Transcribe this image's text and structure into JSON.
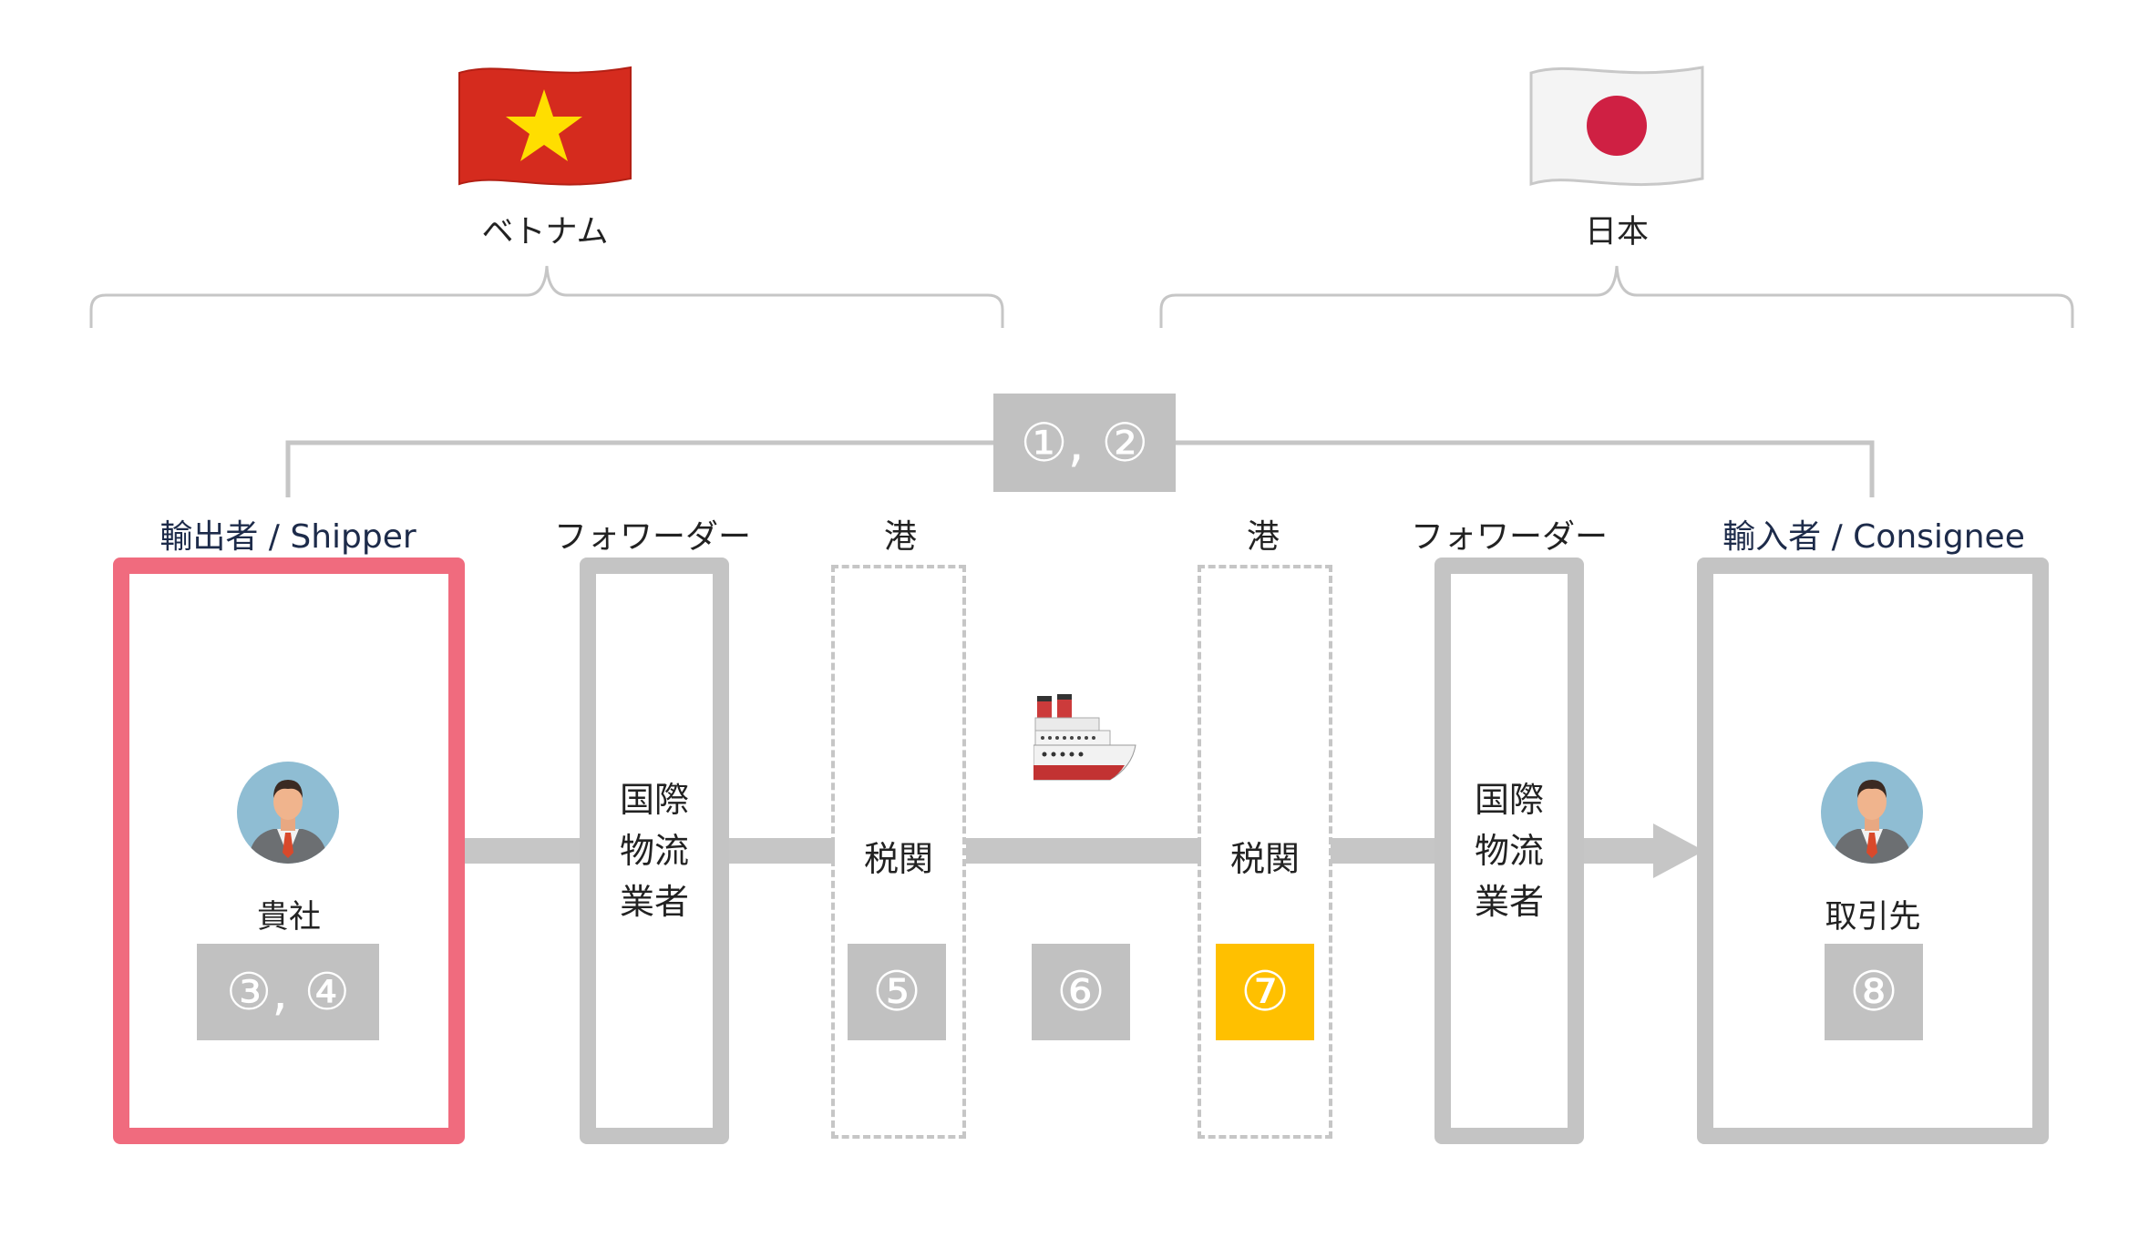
{
  "countries": {
    "left": {
      "name": "ベトナム",
      "flag": "vietnam-flag"
    },
    "right": {
      "name": "日本",
      "flag": "japan-flag"
    }
  },
  "top_badge": "①, ②",
  "columns": {
    "shipper": "輸出者 / Shipper",
    "forwarder_left": "フォワーダー",
    "port_left": "港",
    "port_right": "港",
    "forwarder_right": "フォワーダー",
    "consignee": "輸入者 / Consignee"
  },
  "boxes": {
    "shipper": {
      "name": "貴社",
      "badge": "③, ④"
    },
    "forwarder_left": {
      "lines": [
        "国際",
        "物流",
        "業者"
      ]
    },
    "customs_left": {
      "label": "税関",
      "badge": "⑤"
    },
    "ship": {
      "badge": "⑥"
    },
    "customs_right": {
      "label": "税関",
      "badge": "⑦"
    },
    "forwarder_right": {
      "lines": [
        "国際",
        "物流",
        "業者"
      ]
    },
    "consignee": {
      "name": "取引先",
      "badge": "⑧"
    }
  },
  "colors": {
    "highlight": "#ffc000",
    "shipper_border": "#f06b7e",
    "gray": "#c4c4c4"
  }
}
